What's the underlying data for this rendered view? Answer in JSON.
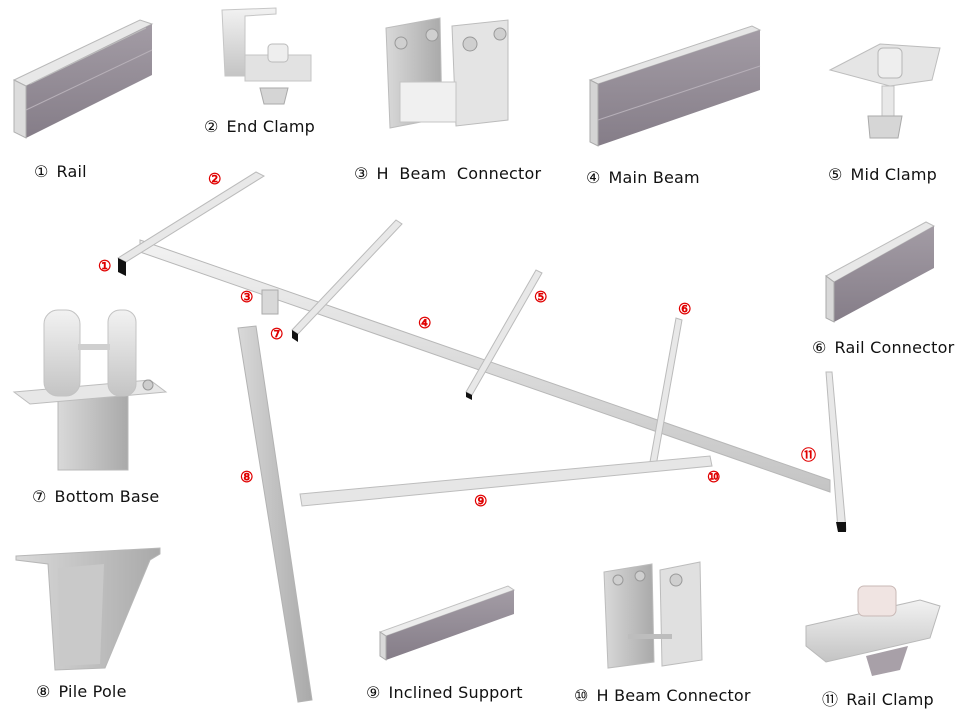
{
  "title": "Solar ground-mount bracket parts diagram",
  "colors": {
    "callout": "#e00000",
    "aluminum_light": "#e6e6e6",
    "aluminum_mid": "#c8c8c8",
    "aluminum_dark": "#9c9c9c",
    "profile_face": "#8f8890",
    "caption_text": "#111111"
  },
  "parts": [
    {
      "num": "①",
      "name": "Rail"
    },
    {
      "num": "②",
      "name": "End Clamp"
    },
    {
      "num": "③",
      "name": "H  Beam  Connector"
    },
    {
      "num": "④",
      "name": "Main Beam"
    },
    {
      "num": "⑤",
      "name": "Mid Clamp"
    },
    {
      "num": "⑥",
      "name": "Rail Connector"
    },
    {
      "num": "⑦",
      "name": "Bottom Base"
    },
    {
      "num": "⑧",
      "name": "Pile Pole"
    },
    {
      "num": "⑨",
      "name": "Inclined Support"
    },
    {
      "num": "⑩",
      "name": "H Beam Connector"
    },
    {
      "num": "⑪",
      "name": "Rail Clamp"
    }
  ],
  "callouts": [
    "①",
    "②",
    "③",
    "④",
    "⑤",
    "⑥",
    "⑦",
    "⑧",
    "⑨",
    "⑩",
    "⑪"
  ]
}
